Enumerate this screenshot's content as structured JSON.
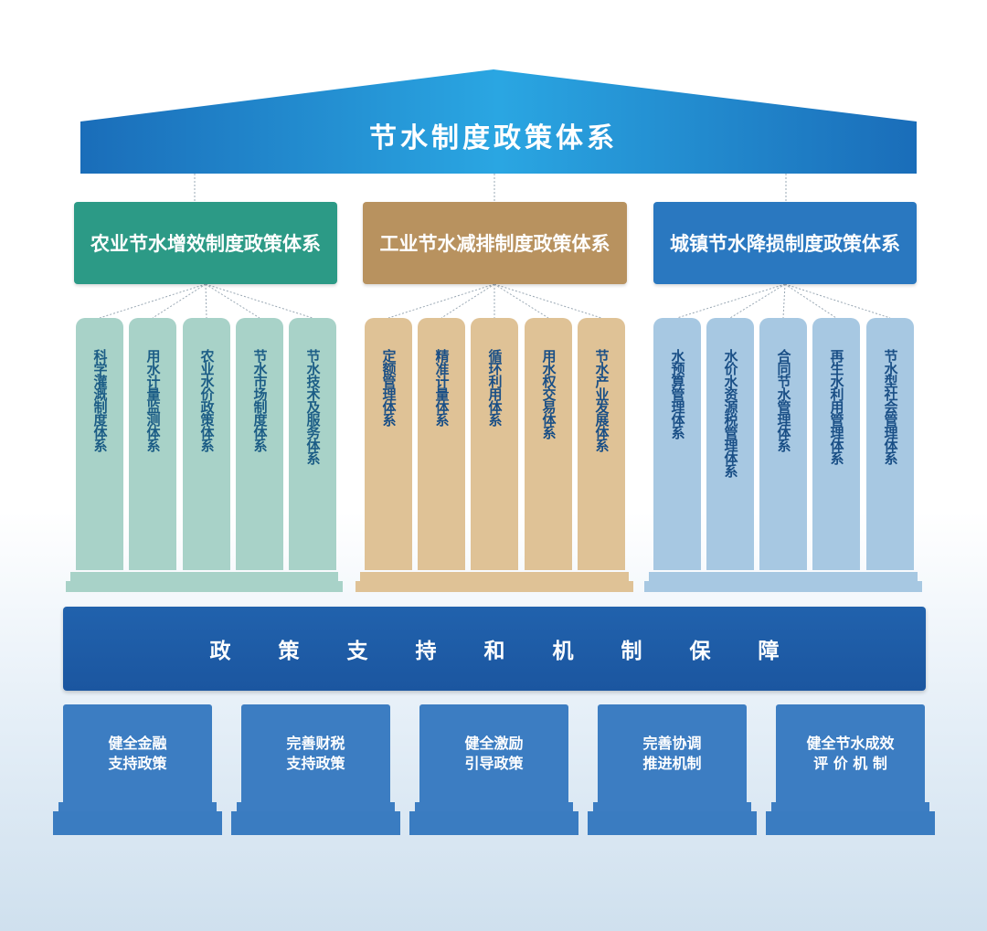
{
  "title": "节水制度政策体系",
  "categories": [
    {
      "label": "农业节水增效制度政策体系",
      "pillars": [
        "科学灌溉制度体系",
        "用水计量监测体系",
        "农业水价政策体系",
        "节水市场制度体系",
        "节水技术及服务体系"
      ]
    },
    {
      "label": "工业节水减排制度政策体系",
      "pillars": [
        "定额管理体系",
        "精准计量体系",
        "循环利用体系",
        "用水权交易体系",
        "节水产业发展体系"
      ]
    },
    {
      "label": "城镇节水降损制度政策体系",
      "pillars": [
        "水预算管理体系",
        "水价水资源税管理体系",
        "合同节水管理体系",
        "再生水利用管理体系",
        "节水型社会管理体系"
      ]
    }
  ],
  "support": "政策支持和机制保障",
  "measures": [
    {
      "line1": "健全金融",
      "line2": "支持政策"
    },
    {
      "line1": "完善财税",
      "line2": "支持政策"
    },
    {
      "line1": "健全激励",
      "line2": "引导政策"
    },
    {
      "line1": "完善协调",
      "line2": "推进机制"
    },
    {
      "line1": "健全节水成效",
      "line2": "评 价 机 制"
    }
  ],
  "colors": {
    "roof": "#1f7fc8",
    "agriculture": "#2c9a86",
    "industry": "#b8925f",
    "urban": "#2a78c0",
    "support": "#1b56a0",
    "measure": "#3c7dc2"
  }
}
